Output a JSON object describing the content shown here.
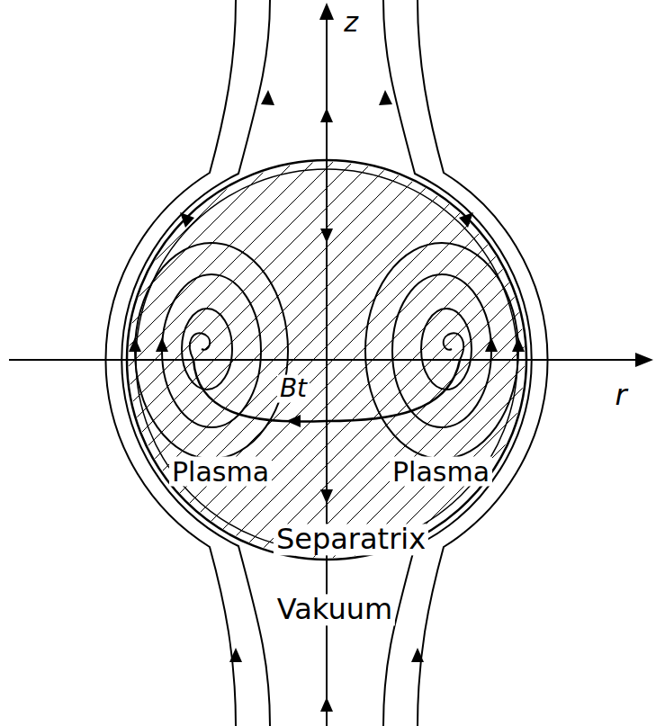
{
  "diagram": {
    "labels": [
      "z",
      "r",
      "Bt",
      "Plasma",
      "Plasma",
      "Separatrix",
      "Vakuum"
    ]
  }
}
